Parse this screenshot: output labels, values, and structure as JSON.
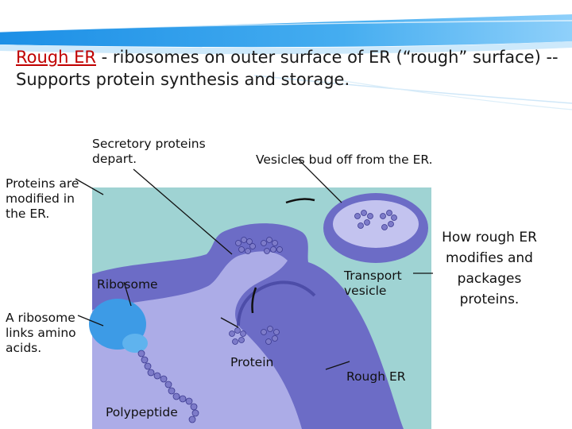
{
  "slide": {
    "title_term": "Rough ER",
    "title_rest": " - ribosomes on outer surface of ER (“rough” surface) --Supports protein synthesis and storage."
  },
  "labels": {
    "secretory": "Secretory proteins depart.",
    "vesicles_bud": "Vesicles bud off from the ER.",
    "proteins_modified": "Proteins are modified in the ER.",
    "ribosome": "Ribosome",
    "ribosome_links": "A ribosome links amino acids.",
    "transport_vesicle": "Transport vesicle",
    "protein": "Protein",
    "rough_er": "Rough ER",
    "polypeptide": "Polypeptide"
  },
  "caption": "How rough ER modifies and packages proteins.",
  "colors": {
    "accent_red": "#c00000",
    "banner_blue": "#1e90e6",
    "background_panel": "#9fd3d3",
    "membrane_purple": "#6c6cc6",
    "lumen_purple": "#b7b7ec",
    "ribosome_blue": "#3d9be6",
    "bead_purple": "#7d7bc9"
  }
}
